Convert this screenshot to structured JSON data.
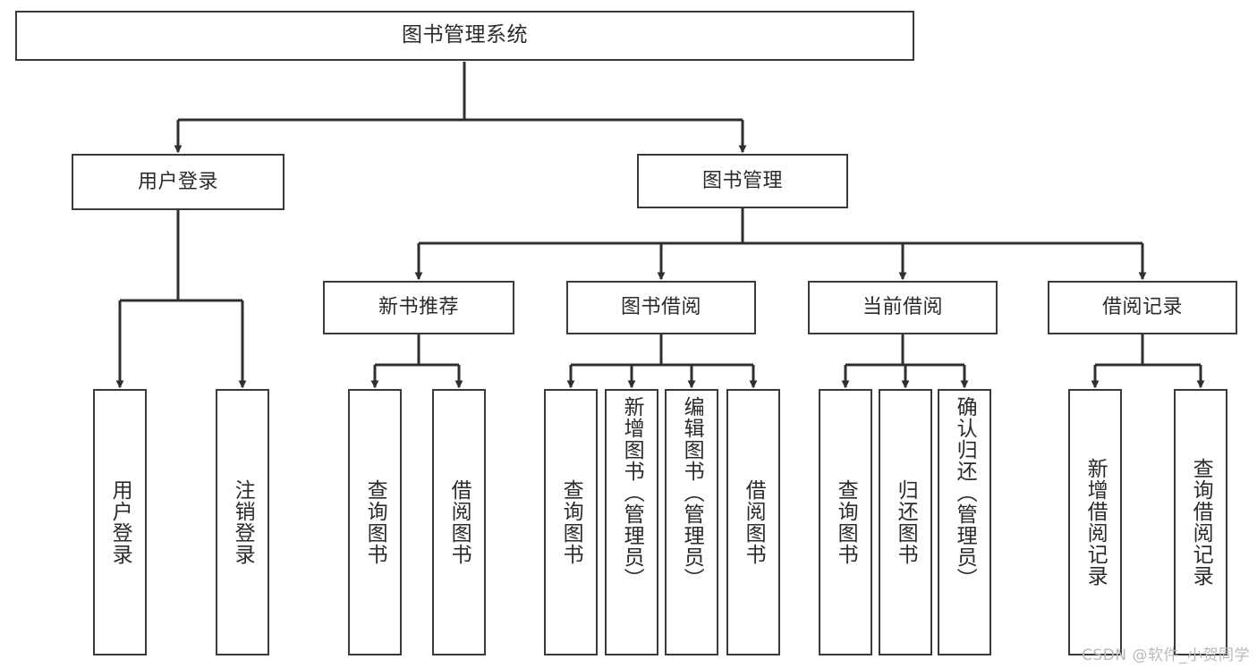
{
  "diagram": {
    "type": "tree-hierarchy-chart",
    "title": "图书管理系统",
    "watermark": "CSDN @软件_小贺同学",
    "colors": {
      "box_border": "#3a3a3a",
      "box_fill": "#ffffff",
      "text": "#2b2b2b",
      "edge": "#2f2f2f",
      "watermark": "#b9b9b9",
      "background": "#ffffff"
    },
    "root": {
      "label": "图书管理系统"
    },
    "level2": [
      {
        "id": "user-login",
        "label": "用户登录"
      },
      {
        "id": "book-manage",
        "label": "图书管理"
      }
    ],
    "level3": [
      {
        "id": "new-book-recommend",
        "label": "新书推荐"
      },
      {
        "id": "book-borrow",
        "label": "图书借阅"
      },
      {
        "id": "current-borrow",
        "label": "当前借阅"
      },
      {
        "id": "borrow-record",
        "label": "借阅记录"
      }
    ],
    "leaves": {
      "user_login": [
        {
          "id": "leaf-user-login",
          "label": "用户登录"
        },
        {
          "id": "leaf-logout-login",
          "label": "注销登录"
        }
      ],
      "new_book_recommend": [
        {
          "id": "leaf-query-book-1",
          "label": "查询图书"
        },
        {
          "id": "leaf-borrow-book-1",
          "label": "借阅图书"
        }
      ],
      "book_borrow": [
        {
          "id": "leaf-query-book-2",
          "label": "查询图书"
        },
        {
          "id": "leaf-add-book",
          "label": "新增图书（管理员）"
        },
        {
          "id": "leaf-edit-book",
          "label": "编辑图书（管理员）"
        },
        {
          "id": "leaf-borrow-book-2",
          "label": "借阅图书"
        }
      ],
      "current_borrow": [
        {
          "id": "leaf-query-book-3",
          "label": "查询图书"
        },
        {
          "id": "leaf-return-book",
          "label": "归还图书"
        },
        {
          "id": "leaf-confirm-return",
          "label": "确认归还（管理员）"
        }
      ],
      "borrow_record": [
        {
          "id": "leaf-add-record",
          "label": "新增借阅记录"
        },
        {
          "id": "leaf-query-record",
          "label": "查询借阅记录"
        }
      ]
    }
  }
}
